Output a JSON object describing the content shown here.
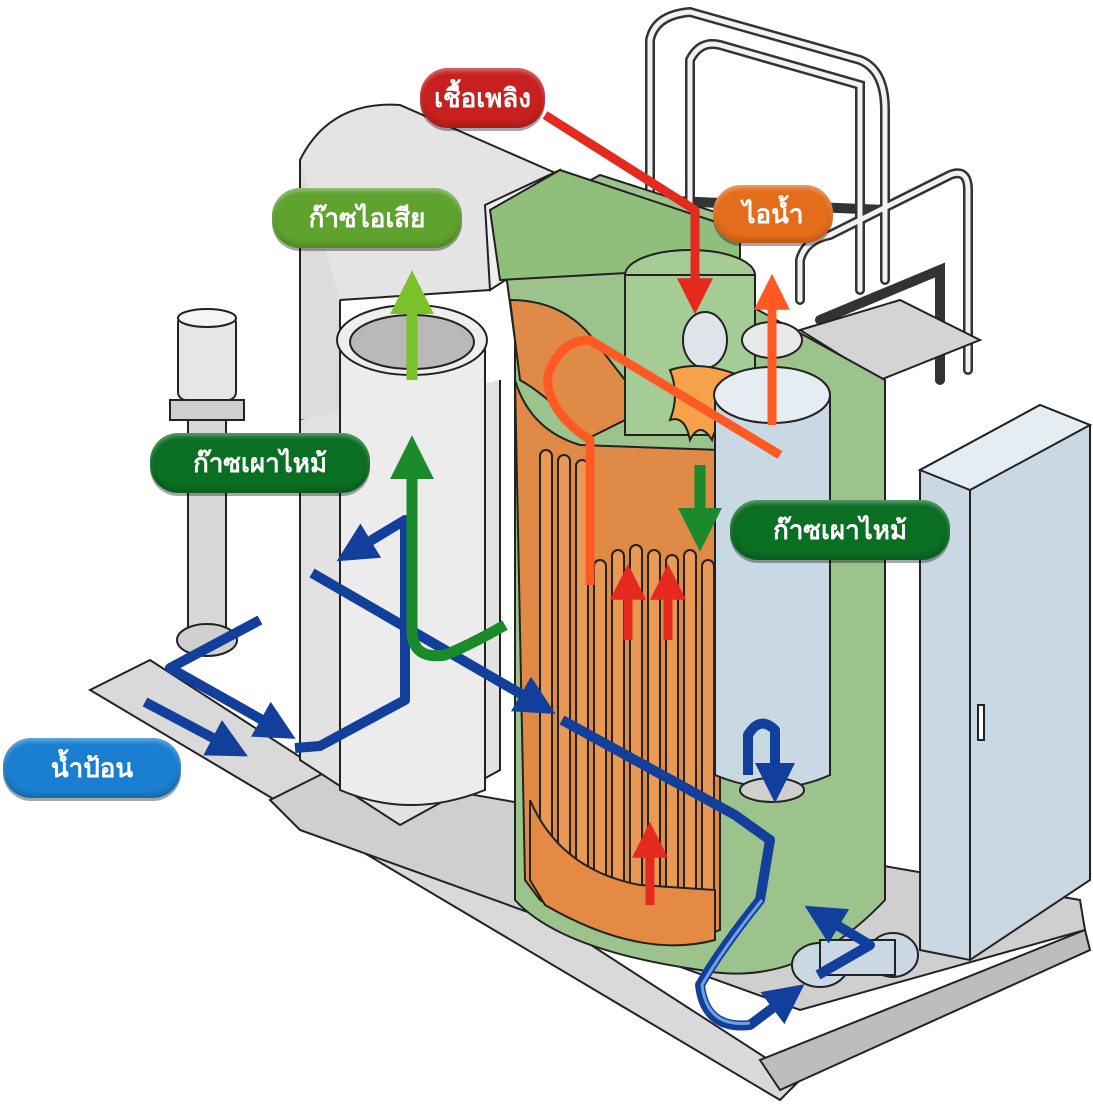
{
  "labels": {
    "fuel": "เชื้อเพลิง",
    "steam": "ไอน้ำ",
    "exhaust_gas": "ก๊าซไอเสีย",
    "combustion_gas_left": "ก๊าซเผาไหม้",
    "combustion_gas_right": "ก๊าซเผาไหม้",
    "feed_water": "น้ำป้อน"
  },
  "colors": {
    "fuel": "#c8201e",
    "steam": "#e46d1c",
    "exhaust_gas": "#5fa22d",
    "combustion_gas": "#0a6e23",
    "feed_water": "#1a7fd0",
    "water_flow": "#123f9c",
    "combustion_flow": "#1a8a2a",
    "exhaust_flow": "#7cc02a",
    "heat_flow": "#ff5a24",
    "fuel_flow": "#e42a1e"
  }
}
